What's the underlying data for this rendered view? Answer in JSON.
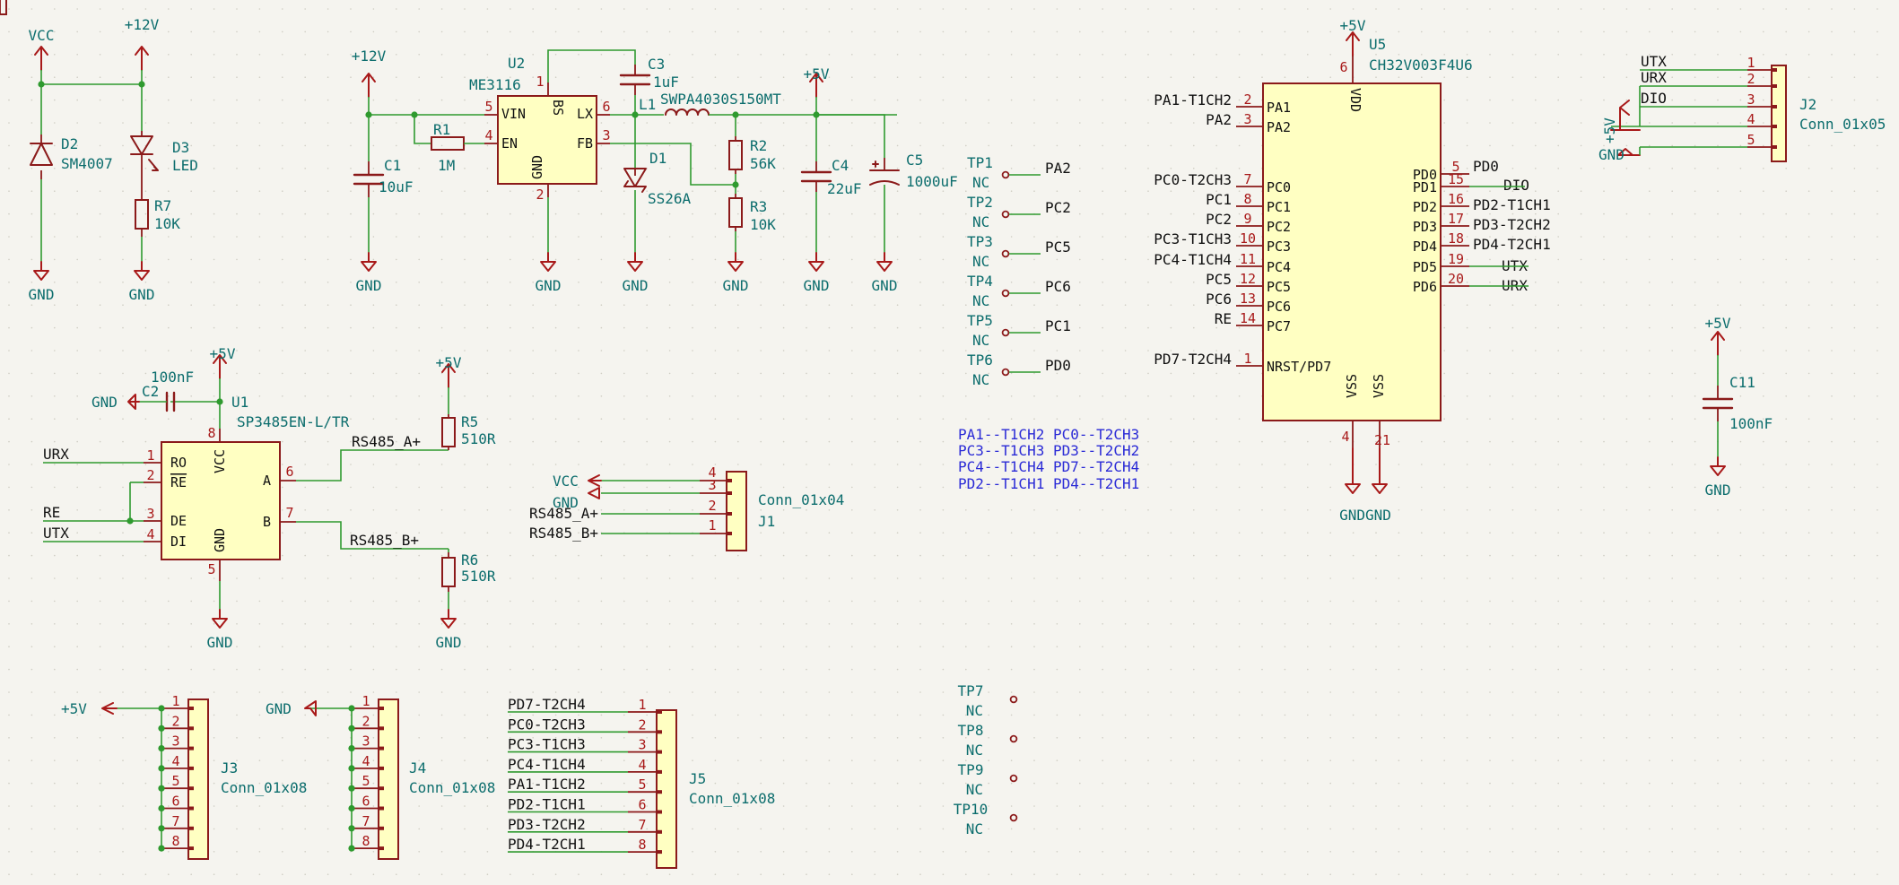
{
  "colors": {
    "background": "#f5f4ef",
    "grid": "#cfcdc3",
    "wire": "#2f9a2f",
    "body_stroke": "#8b1a1a",
    "body_fill": "#ffffc2",
    "pin": "#8b1a1a",
    "pin_number": "#a81919",
    "ref_text": "#0c6d6d",
    "power_sym": "#a81919",
    "label_text": "#111111",
    "junction": "#2f9a2f",
    "note": "#2a2ad6"
  },
  "texts": {
    "vcc_a": "VCC",
    "p12_a": "+12V",
    "gnd_a": "GND",
    "gnd_b": "GND",
    "D2": "D2",
    "SM4007": "SM4007",
    "D3": "D3",
    "LED": "LED",
    "R7": "R7",
    "R7v": "10K",
    "p12_b": "+12V",
    "gnd_c": "GND",
    "C1": "C1",
    "C1v": "10uF",
    "R1": "R1",
    "R1v": "1M",
    "U2": "U2",
    "ME3116": "ME3116",
    "u2_vin": "VIN",
    "u2_en": "EN",
    "u2_bs": "BS",
    "u2_gnd": "GND",
    "u2_lx": "LX",
    "u2_fb": "FB",
    "u2_p5": "5",
    "u2_p4": "4",
    "u2_p1": "1",
    "u2_p2": "2",
    "u2_p6": "6",
    "u2_p3": "3",
    "gnd_d": "GND",
    "C3": "C3",
    "C3v": "1uF",
    "L1": "L1",
    "L1v": "SWPA4030S150MT",
    "D1": "D1",
    "D1v": "SS26A",
    "gnd_e": "GND",
    "R2": "R2",
    "R2v": "56K",
    "R3": "R3",
    "R3v": "10K",
    "gnd_f": "GND",
    "p5_a": "+5V",
    "C4": "C4",
    "C4v": "22uF",
    "gnd_g": "GND",
    "C5": "C5",
    "C5v": "1000uF",
    "gnd_h": "GND",
    "TP1": "TP1",
    "TP2": "TP2",
    "TP3": "TP3",
    "TP4": "TP4",
    "TP5": "TP5",
    "TP6": "TP6",
    "nc1": "NC",
    "nc2": "NC",
    "nc3": "NC",
    "nc4": "NC",
    "nc5": "NC",
    "nc6": "NC",
    "tp_pa2": "PA2",
    "tp_pc2": "PC2",
    "tp_pc5": "PC5",
    "tp_pc6": "PC6",
    "tp_pc1": "PC1",
    "tp_pd0": "PD0",
    "p5_u5": "+5V",
    "U5": "U5",
    "U5v": "CH32V003F4U6",
    "u5_pa1": "PA1",
    "u5_pa2": "PA2",
    "u5_pc0": "PC0",
    "u5_pc1": "PC1",
    "u5_pc2": "PC2",
    "u5_pc3": "PC3",
    "u5_pc4": "PC4",
    "u5_pc5": "PC5",
    "u5_pc6": "PC6",
    "u5_pc7": "PC7",
    "u5_nrst": "NRST/PD7",
    "u5_pd0": "PD0",
    "u5_pd1": "PD1",
    "u5_pd2": "PD2",
    "u5_pd3": "PD3",
    "u5_pd4": "PD4",
    "u5_pd5": "PD5",
    "u5_pd6": "PD6",
    "u5_vdd": "VDD",
    "u5_vss1": "VSS",
    "u5_vss2": "VSS",
    "n2": "2",
    "n3": "3",
    "n7": "7",
    "n8": "8",
    "n9": "9",
    "n10": "10",
    "n11": "11",
    "n12": "12",
    "n13": "13",
    "n14": "14",
    "n1": "1",
    "n5": "5",
    "n15": "15",
    "n16": "16",
    "n17": "17",
    "n18": "18",
    "n19": "19",
    "n20": "20",
    "n6": "6",
    "n4": "4",
    "n21": "21",
    "l_pa1": "PA1-T1CH2",
    "l_pa2": "PA2",
    "l_pc0": "PC0-T2CH3",
    "l_pc1": "PC1",
    "l_pc2": "PC2",
    "l_pc3": "PC3-T1CH3",
    "l_pc4": "PC4-T1CH4",
    "l_pc5": "PC5",
    "l_pc6": "PC6",
    "l_re": "RE",
    "l_pd7": "PD7-T2CH4",
    "r_pd0": "PD0",
    "r_dio": "DIO",
    "r_pd2": "PD2-T1CH1",
    "r_pd3": "PD3-T2CH2",
    "r_pd4": "PD4-T2CH1",
    "r_utx": "UTX",
    "r_urx": "URX",
    "gndgnd": "GNDGND",
    "J2": "J2",
    "J2v": "Conn_01x05",
    "j2_utx": "UTX",
    "j2_urx": "URX",
    "j2_dio": "DIO",
    "j2_p5": "+5V",
    "j2_gnd": "GND",
    "j2n1": "1",
    "j2n2": "2",
    "j2n3": "3",
    "j2n4": "4",
    "j2n5": "5",
    "p5_c11": "+5V",
    "C11": "C11",
    "C11v": "100nF",
    "gnd_c11": "GND",
    "p5_u1": "+5V",
    "C2": "C2",
    "C2v": "100nF",
    "gnd_c2": "GND",
    "U1": "U1",
    "U1v": "SP3485EN-L/TR",
    "u1_ro": "RO",
    "u1_re": "RE",
    "u1_de": "DE",
    "u1_di": "DI",
    "u1_vcc": "VCC",
    "u1_gnd": "GND",
    "u1_a": "A",
    "u1_b": "B",
    "u1n1": "1",
    "u1n2": "2",
    "u1n3": "3",
    "u1n4": "4",
    "u1n8": "8",
    "u1n5": "5",
    "u1n6": "6",
    "u1n7": "7",
    "u1_urx": "URX",
    "u1_re_l": "RE",
    "u1_utx": "UTX",
    "rs_a": "RS485_A+",
    "rs_b": "RS485_B+",
    "p5_r5": "+5V",
    "R5": "R5",
    "R5v": "510R",
    "R6": "R6",
    "R6v": "510R",
    "gnd_r6": "GND",
    "gnd_u1": "GND",
    "j1_vcc": "VCC",
    "j1_gnd": "GND",
    "j1_a": "RS485_A+",
    "j1_b": "RS485_B+",
    "j1n4": "4",
    "j1n3": "3",
    "j1n2": "2",
    "j1n1": "1",
    "J1v": "Conn_01x04",
    "J1": "J1",
    "note1": "PA1--T1CH2  PC0--T2CH3",
    "note2": "PC3--T1CH3  PD3--T2CH2",
    "note3": "PC4--T1CH4  PD7--T2CH4",
    "note4": "PD2--T1CH1  PD4--T2CH1",
    "j3_p5": "+5V",
    "J3": "J3",
    "J3v": "Conn_01x08",
    "j4_gnd": "GND",
    "J4": "J4",
    "J4v": "Conn_01x08",
    "J5": "J5",
    "J5v": "Conn_01x08",
    "j5_1": "PD7-T2CH4",
    "j5_2": "PC0-T2CH3",
    "j5_3": "PC3-T1CH3",
    "j5_4": "PC4-T1CH4",
    "j5_5": "PA1-T1CH2",
    "j5_6": "PD2-T1CH1",
    "j5_7": "PD3-T2CH2",
    "j5_8": "PD4-T2CH1",
    "pin_nums": [
      "1",
      "2",
      "3",
      "4",
      "5",
      "6",
      "7",
      "8"
    ],
    "TP7": "TP7",
    "TP8": "TP8",
    "TP9": "TP9",
    "TP10": "TP10",
    "nc7": "NC",
    "nc8": "NC",
    "nc9": "NC",
    "nc10": "NC"
  }
}
